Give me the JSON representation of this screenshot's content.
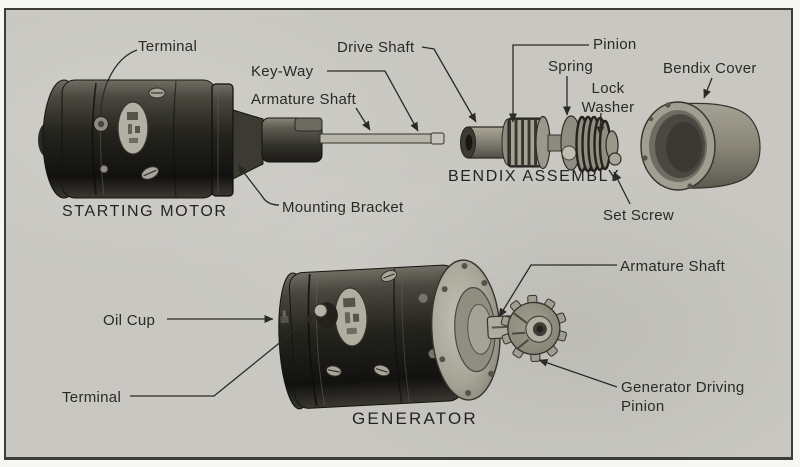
{
  "figure": {
    "paper_color": "#c8c7c1",
    "ink_color": "#2b2a25",
    "frame_color": "#3d3c37"
  },
  "captions": {
    "starting_motor": "STARTING MOTOR",
    "bendix_assembly": "BENDIX ASSEMBLY",
    "generator": "GENERATOR"
  },
  "labels": {
    "terminal_top": "Terminal",
    "key_way": "Key-Way",
    "armature_shaft_top": "Armature Shaft",
    "drive_shaft": "Drive Shaft",
    "mounting_bracket": "Mounting Bracket",
    "pinion": "Pinion",
    "spring": "Spring",
    "lock_washer": "Lock Washer",
    "bendix_cover": "Bendix Cover",
    "set_screw": "Set Screw",
    "oil_cup": "Oil Cup",
    "terminal_bottom": "Terminal",
    "armature_shaft_bottom": "Armature Shaft",
    "generator_driving_pinion": "Generator Driving Pinion"
  }
}
